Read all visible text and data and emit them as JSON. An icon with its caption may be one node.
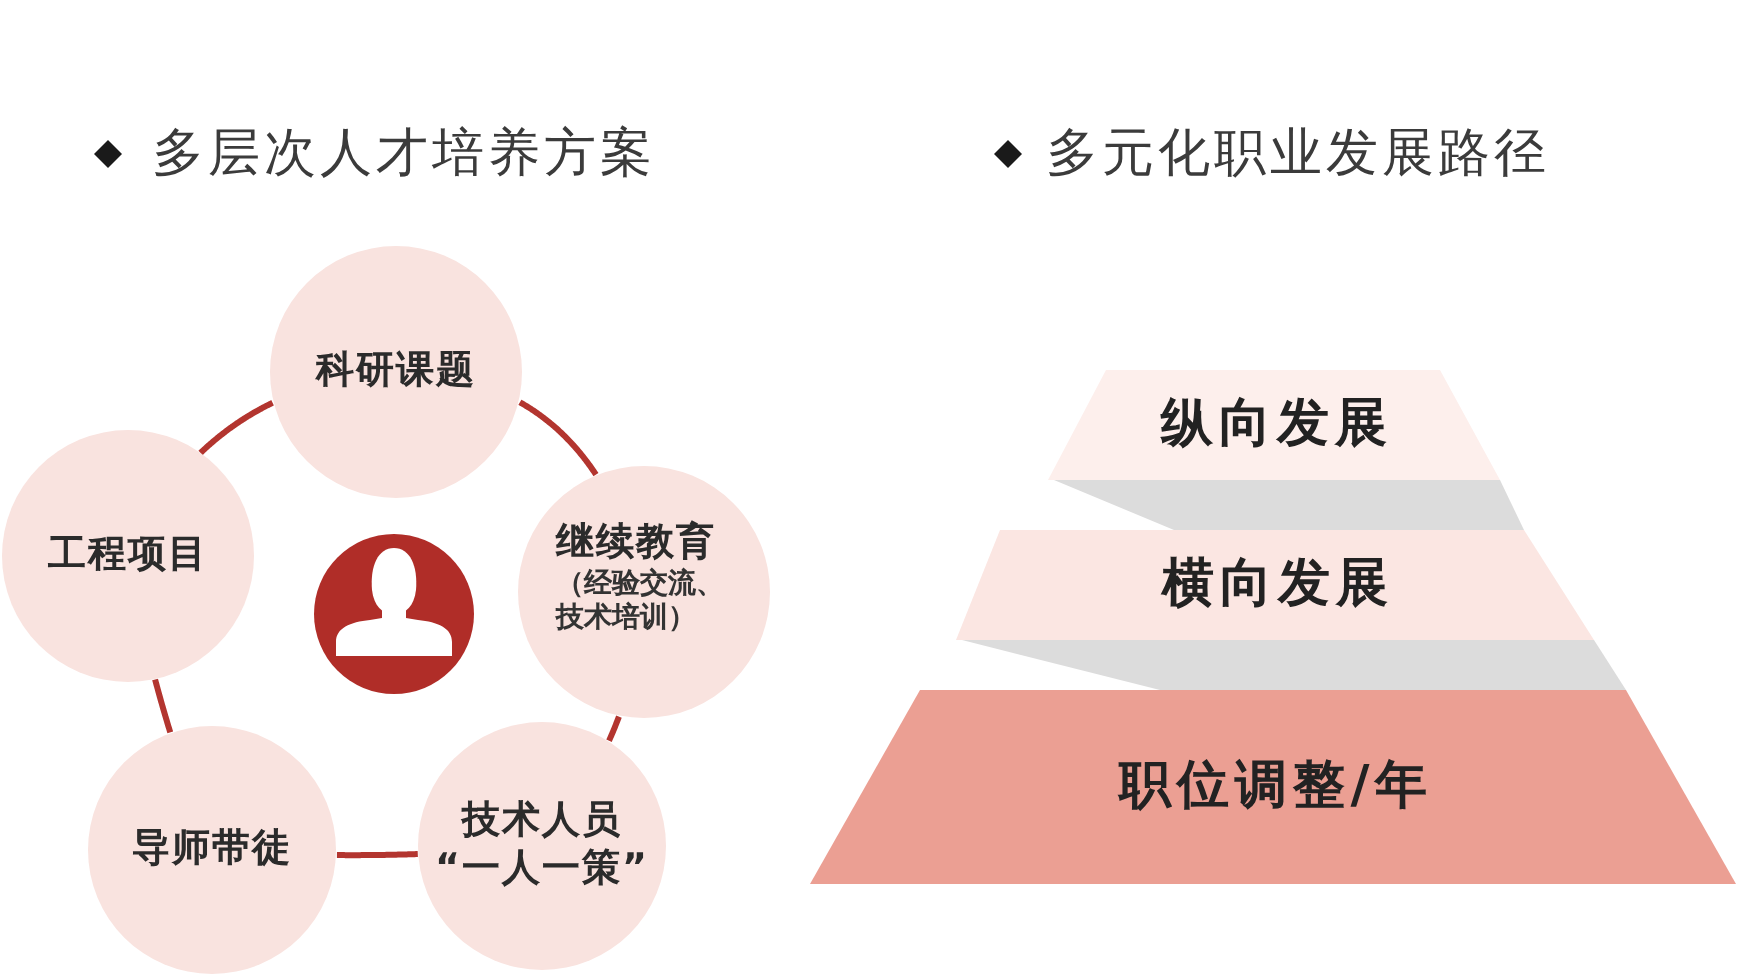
{
  "diagram": {
    "nodes": [
      {
        "text": [
          "科研课题"
        ]
      },
      {
        "text": [
          "工程项目"
        ]
      },
      {
        "text": [
          "继续教育",
          "（经验交流、技术培训）"
        ]
      },
      {
        "text": [
          "导师带徒"
        ]
      },
      {
        "text": [
          "技术人员",
          "“一人一策”"
        ]
      },
      {
        "text": [
          "纵向发展"
        ]
      },
      {
        "text": [
          "横向发展"
        ]
      },
      {
        "text": [
          "职位调整/年"
        ]
      }
    ],
    "edges": [
      {
        "from": 0,
        "to": 2,
        "arrow": "none"
      },
      {
        "from": 2,
        "to": 4,
        "arrow": "none"
      },
      {
        "from": 4,
        "to": 3,
        "arrow": "none"
      },
      {
        "from": 3,
        "to": 1,
        "arrow": "none"
      },
      {
        "from": 1,
        "to": 0,
        "arrow": "none"
      }
    ],
    "labels": [
      "多层次人才培养方案",
      "多元化职业发展路径"
    ]
  }
}
